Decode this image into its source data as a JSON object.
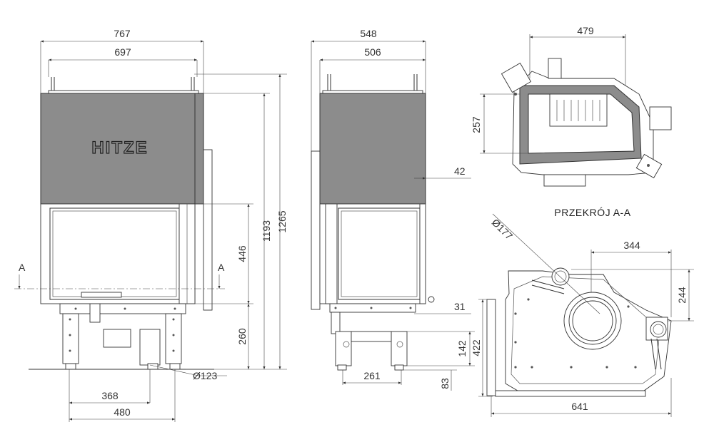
{
  "brand": {
    "logo_text": "HITZE",
    "logo_color": "#222222"
  },
  "section_label": "PRZEKRÓJ A-A",
  "section_markers": {
    "left": "A",
    "right": "A"
  },
  "front_view": {
    "dims": {
      "total_width": "767",
      "inner_width": "697",
      "total_height": "1265",
      "height_1193": "1193",
      "height_446": "446",
      "height_260": "260",
      "flue_diameter": "Ø123",
      "width_368": "368",
      "width_480": "480"
    }
  },
  "side_view": {
    "dims": {
      "total_width": "548",
      "inner_width": "506",
      "offset_42": "42",
      "offset_31": "31",
      "height_142": "142",
      "height_83": "83",
      "width_261": "261"
    }
  },
  "section_view": {
    "dims": {
      "width_479": "479",
      "depth_257": "257"
    }
  },
  "top_view": {
    "dims": {
      "flue_177": "Ø177",
      "width_344": "344",
      "depth_244": "244",
      "depth_422": "422",
      "width_641": "641"
    }
  },
  "colors": {
    "body_fill": "#8c8c8c",
    "line": "#333333",
    "background": "#ffffff"
  }
}
